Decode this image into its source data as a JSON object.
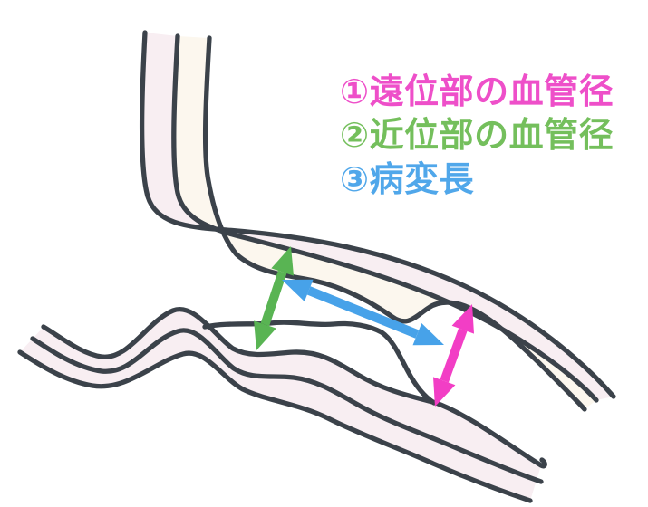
{
  "canvas": {
    "background": "#ffffff"
  },
  "legend": {
    "items": [
      {
        "id": "distal-diameter",
        "label": "①遠位部の血管径",
        "color": "#ee4fc9"
      },
      {
        "id": "proximal-diameter",
        "label": "②近位部の血管径",
        "color": "#74bf5c"
      },
      {
        "id": "lesion-length",
        "label": "③病変長",
        "color": "#50a7ea"
      }
    ]
  },
  "arrows": {
    "proximal": {
      "meaning": "近位部の血管径 (proximal vessel diameter)",
      "color": "#59b453"
    },
    "lesion": {
      "meaning": "病変長 (lesion length)",
      "color": "#47a2e9"
    },
    "distal": {
      "meaning": "遠位部の血管径 (distal vessel diameter)",
      "color": "#f23ec5"
    }
  },
  "vessel": {
    "stroke": "#3b424a",
    "wall_fill": "#f8eef2",
    "lumen_fill": "#fcf7ee"
  }
}
